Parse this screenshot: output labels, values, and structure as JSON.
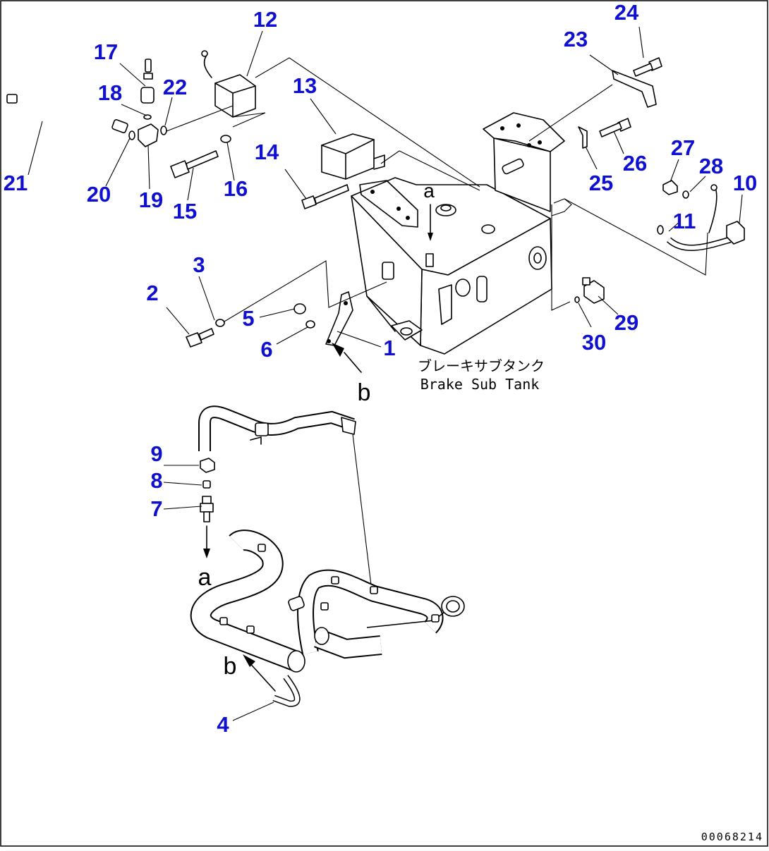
{
  "diagram": {
    "tank_label_jp": "ブレーキサブタンク",
    "tank_label_en": "Brake Sub Tank",
    "marker_a": "a",
    "marker_b": "b",
    "drawing_number": "00068214",
    "label_color": "#1010d0",
    "callouts": [
      "1",
      "2",
      "3",
      "4",
      "5",
      "6",
      "7",
      "8",
      "9",
      "10",
      "11",
      "12",
      "13",
      "14",
      "15",
      "16",
      "17",
      "18",
      "19",
      "20",
      "21",
      "22",
      "23",
      "24",
      "25",
      "26",
      "27",
      "28",
      "29",
      "30"
    ]
  }
}
